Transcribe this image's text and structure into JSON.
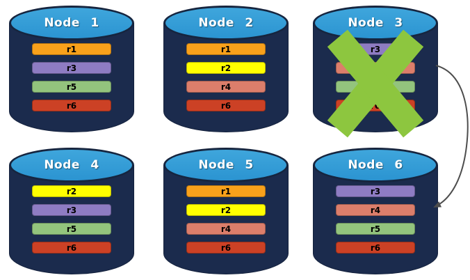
{
  "palette": {
    "cylinder_body": "#1B2B4D",
    "cylinder_top": "#2E9BD6",
    "failure_x": "#8DC63F",
    "arrow": "#4D4D4D"
  },
  "replica_colors": {
    "r1": "#F9A11B",
    "r2": "#FFFF00",
    "r3": "#8E7CC3",
    "r4": "#DC7E6B",
    "r5": "#93C47D",
    "r6": "#CC4125"
  },
  "nodes": [
    {
      "id": "node-1",
      "label": "Node 1",
      "replicas": [
        "r1",
        "r3",
        "r5",
        "r6"
      ],
      "failed": false
    },
    {
      "id": "node-2",
      "label": "Node 2",
      "replicas": [
        "r1",
        "r2",
        "r4",
        "r6"
      ],
      "failed": false
    },
    {
      "id": "node-3",
      "label": "Node 3",
      "replicas": [
        "r3",
        "r4",
        "r5",
        "r6"
      ],
      "failed": true
    },
    {
      "id": "node-4",
      "label": "Node 4",
      "replicas": [
        "r2",
        "r3",
        "r5",
        "r6"
      ],
      "failed": false
    },
    {
      "id": "node-5",
      "label": "Node 5",
      "replicas": [
        "r1",
        "r2",
        "r4",
        "r6"
      ],
      "failed": false
    },
    {
      "id": "node-6",
      "label": "Node 6",
      "replicas": [
        "r3",
        "r4",
        "r5",
        "r6"
      ],
      "failed": false
    }
  ],
  "arrow": {
    "from": "Node 3",
    "to": "Node 6"
  }
}
